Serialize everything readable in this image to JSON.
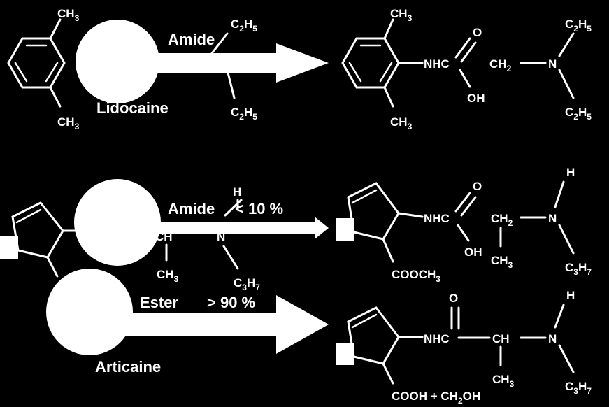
{
  "reactions": {
    "lidocaine": {
      "name": "Lidocaine",
      "arrow_label": "Amide",
      "reactant_groups": {
        "methyl_top": "CH3",
        "methyl_bottom": "CH3",
        "ethyl_top": "C2H5",
        "ethyl_bottom": "C2H5"
      },
      "product_groups": {
        "methyl_top": "CH3",
        "methyl_bottom": "CH3",
        "nh": "NHC",
        "o": "O",
        "oh": "OH",
        "ch2": "CH2",
        "n": "N",
        "ethyl_top": "C2H5",
        "ethyl_bottom": "C2H5"
      }
    },
    "articaine": {
      "name": "Articaine",
      "amide_label": "Amide",
      "amide_pct": "< 10 %",
      "ester_label": "Ester",
      "ester_pct": "> 90 %",
      "reactant_groups": {
        "h": "H",
        "ch": "CH",
        "n": "N",
        "ch3": "CH3",
        "propyl": "C3H7"
      },
      "amide_product": {
        "nh": "NHC",
        "o": "O",
        "oh": "OH",
        "ch2": "CH2",
        "ch3": "CH3",
        "h": "H",
        "n": "N",
        "propyl": "C3H7",
        "ester": "COOCH3"
      },
      "ester_product": {
        "o": "O",
        "nh": "NHC",
        "ch": "CH",
        "ch3": "CH3",
        "h": "H",
        "n": "N",
        "propyl": "C3H7",
        "acid": "COOH + CH2OH"
      }
    }
  },
  "colors": {
    "background": "#000000",
    "foreground": "#ffffff"
  }
}
